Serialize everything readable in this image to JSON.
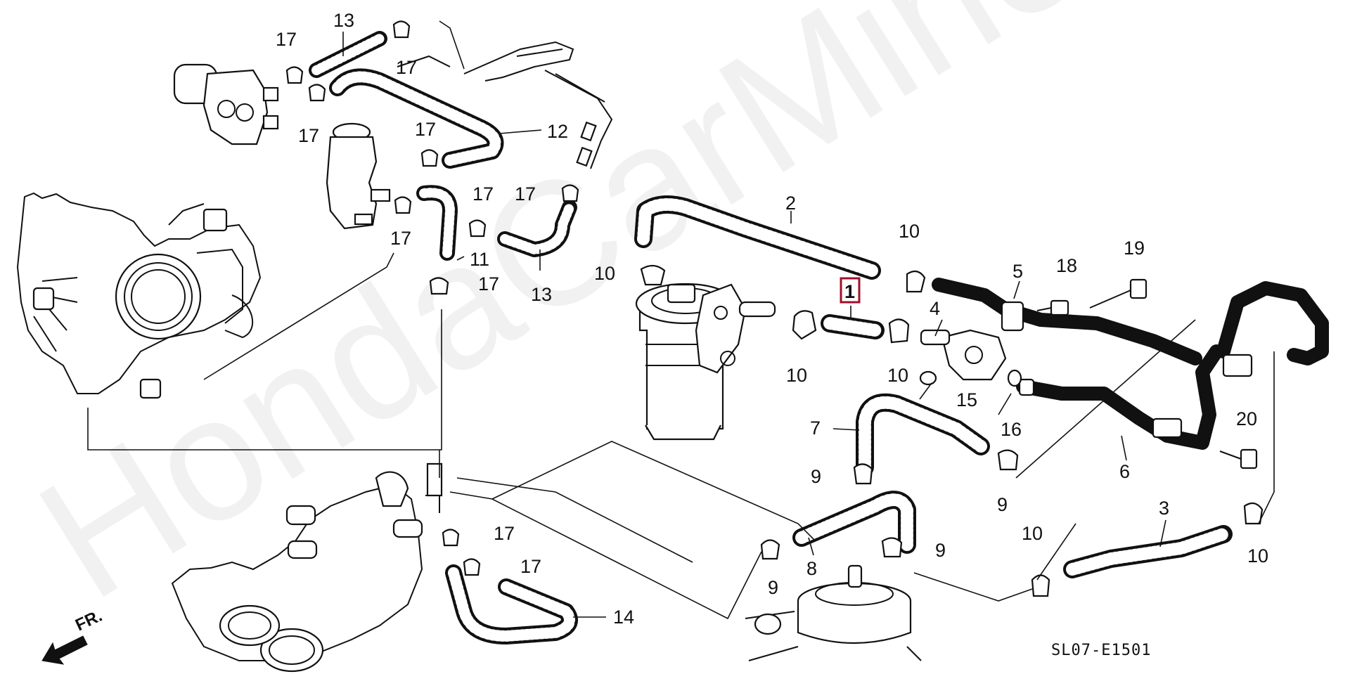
{
  "watermark": "HondaCarMine.ru",
  "diagram_code": "SL07-E1501",
  "direction_label": "FR.",
  "highlighted_part": "1",
  "callouts": {
    "c1": "1",
    "c2": "2",
    "c3": "3",
    "c4": "4",
    "c5": "5",
    "c6": "6",
    "c7": "7",
    "c8": "8",
    "c9a": "9",
    "c9b": "9",
    "c9c": "9",
    "c9d": "9",
    "c10a": "10",
    "c10b": "10",
    "c10c": "10",
    "c10d": "10",
    "c10e": "10",
    "c10f": "10",
    "c11": "11",
    "c12": "12",
    "c13a": "13",
    "c13b": "13",
    "c14": "14",
    "c15": "15",
    "c16": "16",
    "c17a": "17",
    "c17b": "17",
    "c17c": "17",
    "c17d": "17",
    "c17e": "17",
    "c17f": "17",
    "c17g": "17",
    "c17h": "17",
    "c17i": "17",
    "c17j": "17",
    "c18": "18",
    "c19": "19",
    "c20": "20"
  },
  "colors": {
    "highlight_box": "#a0102a",
    "ink": "#111111"
  }
}
